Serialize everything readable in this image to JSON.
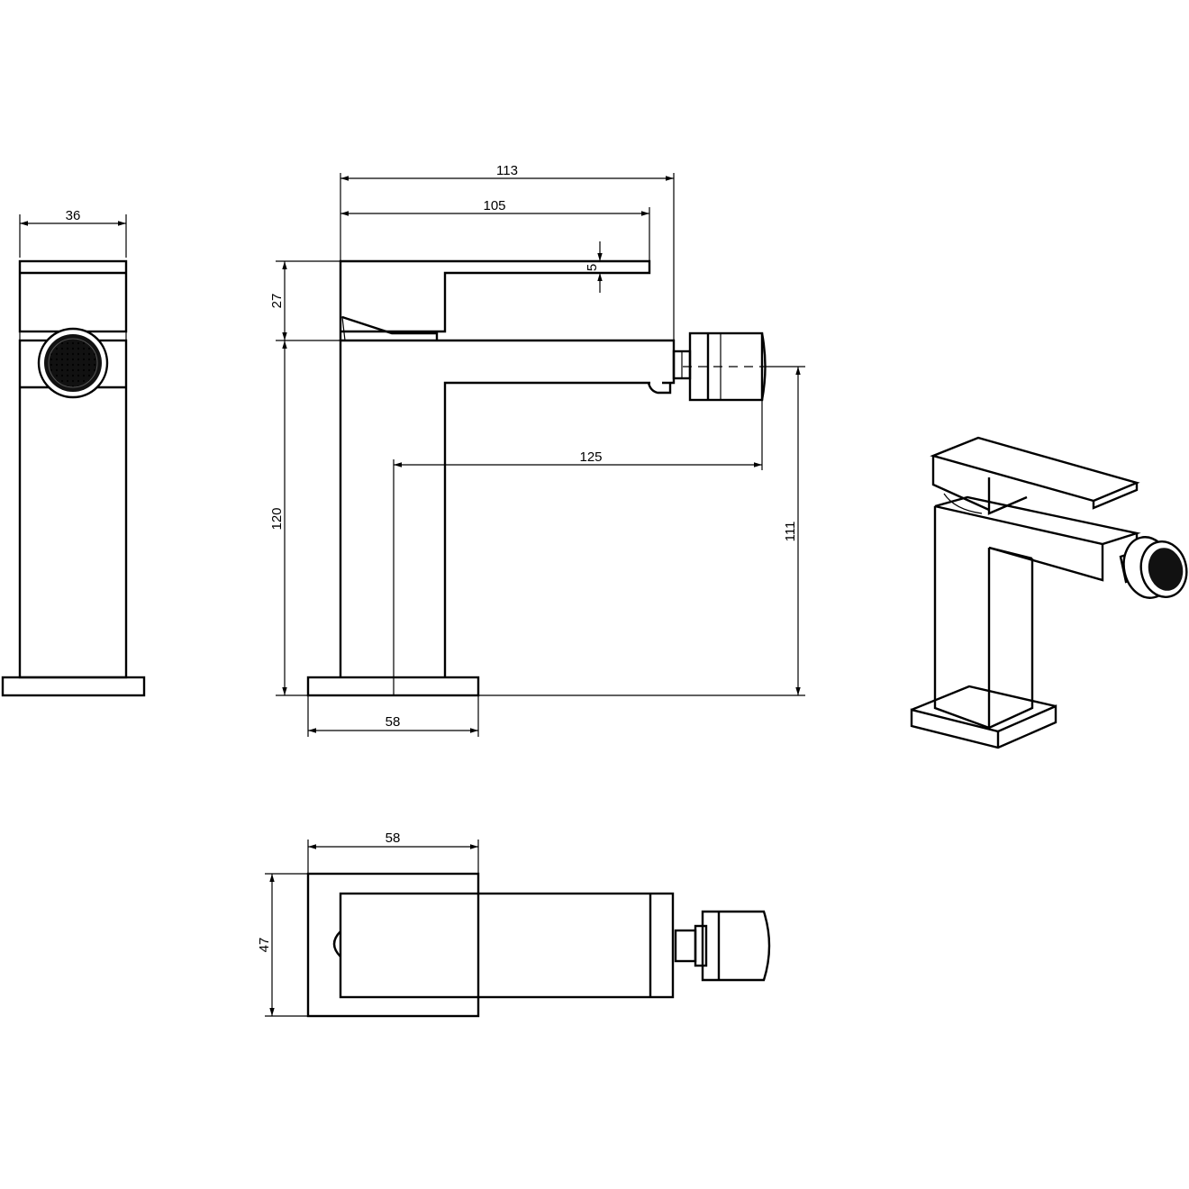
{
  "dimensions": {
    "side_width": "36",
    "overall_length": "113",
    "lever_length": "105",
    "lever_thickness": "5",
    "lever_height": "27",
    "body_height": "120",
    "spray_reach": "125",
    "spray_height": "111",
    "base_width_front": "58",
    "base_width_top": "58",
    "base_depth_top": "47"
  },
  "colors": {
    "line": "#000000",
    "background": "#ffffff"
  }
}
